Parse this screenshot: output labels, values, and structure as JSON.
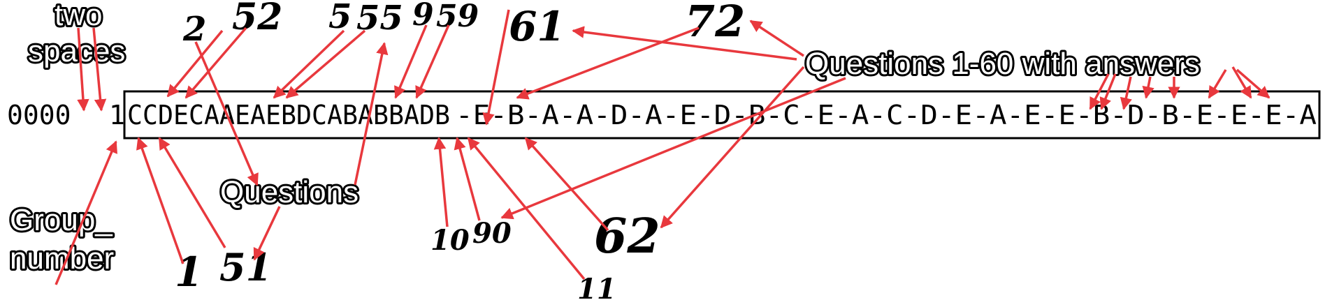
{
  "record": {
    "prefix": "0000",
    "group_number": "1",
    "answers_compact": "CCDECAAEAEBDCABABBADB",
    "answers_dashed": "-E-B-A-A-D-A-E-D-B-C-E-A-C-D-E-A-E-E-B-D-B-E-E-E-A"
  },
  "labels": {
    "two_spaces_line1": "two",
    "two_spaces_line2": "spaces",
    "group_line1": "Group_",
    "group_line2": "number",
    "questions": "Questions",
    "questions_with_answers": "Questions 1-60 with answers"
  },
  "handwritten": {
    "n2": "2",
    "n52": "52",
    "n5": "5",
    "n55": "55",
    "n9": "9",
    "n59": "59",
    "n61": "61",
    "n72": "72",
    "n1": "1",
    "n51": "51",
    "n10": "10",
    "n90": "90",
    "n62": "62",
    "n11": "11"
  },
  "colors": {
    "arrow": "#e8383d",
    "text": "#000000",
    "background": "#ffffff"
  }
}
